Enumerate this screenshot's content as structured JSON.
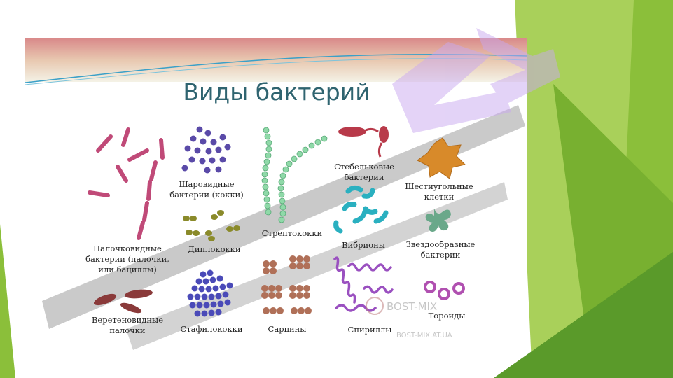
{
  "slide": {
    "title": "Виды бактерий"
  },
  "labels": {
    "rods": "Палочковидные\nбактерии (палочки,\nили бациллы)",
    "cocci": "Шаровидные\nбактерии (кокки)",
    "streptococci": "Стрептококки",
    "stalked": "Стебельковые\nбактерии",
    "hexagonal": "Шестиугольные\nклетки",
    "diplococci": "Диплококки",
    "vibrio": "Вибрионы",
    "star": "Звездообразные\nбактерии",
    "fusiform": "Веретеновидные\nпалочки",
    "staphylococci": "Стафилококки",
    "sarcina": "Сарцины",
    "spirilla": "Спириллы",
    "toroids": "Тороиды"
  },
  "watermarks": {
    "site_logo": "BOST-MIX",
    "site_url": "BOST-MIX.AT.UA"
  },
  "colors": {
    "title": "#2f6470",
    "accent_green": "#8bc34a",
    "rods": "#c04a78",
    "cocci": "#5a4aa8",
    "streptococci": "#8fd9a8",
    "vibrio": "#2ab0c0",
    "spirilla": "#9a50c0",
    "sarcina": "#b07058",
    "diplococci": "#8a8a2a",
    "hexagonal": "#d88a2a",
    "star": "#6aa88a"
  }
}
